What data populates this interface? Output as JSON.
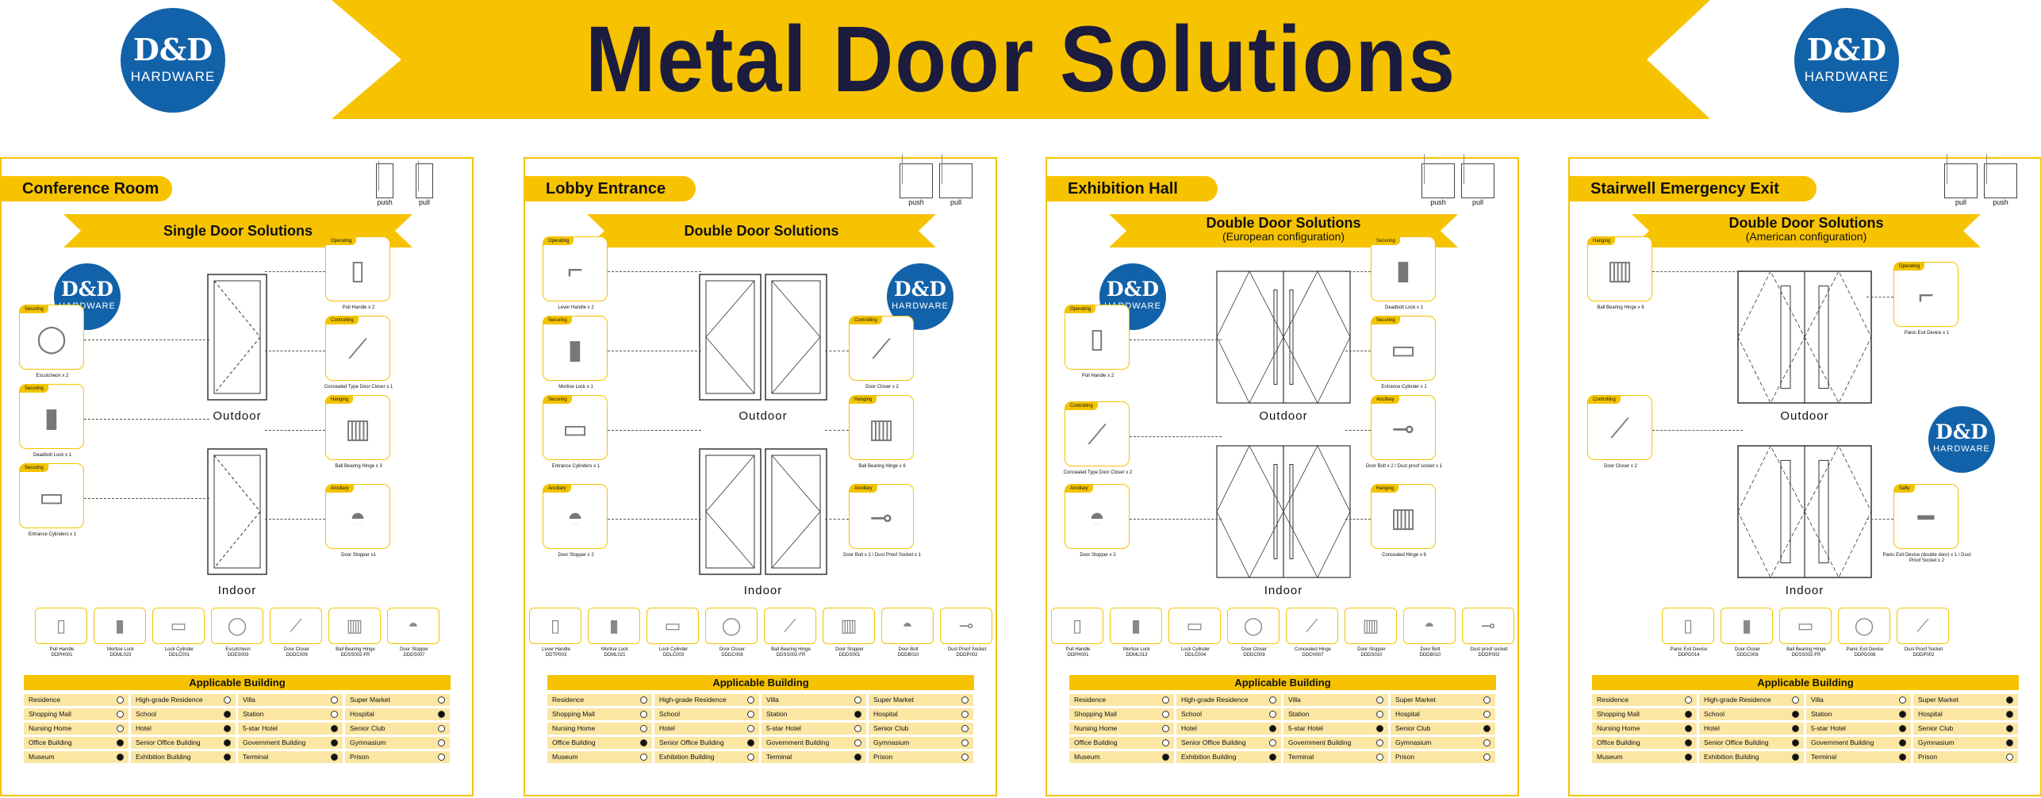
{
  "banner_title": "Metal Door Solutions",
  "logo": {
    "text": "D&D",
    "sub": "HARDWARE"
  },
  "colors": {
    "brand_yellow": "#f7c300",
    "brand_blue": "#1262a9",
    "title_navy": "#1b1c3e",
    "row_fill": "#fbe6a3"
  },
  "panels": [
    {
      "title": "Conference Room",
      "solution": "Single Door Solutions",
      "solution_sub": "",
      "push_label": "push",
      "pull_label": "pull",
      "outdoor": "Outdoor",
      "indoor": "Indoor",
      "components": [
        {
          "tag": "Operating",
          "caption": "Pull Handle x 2",
          "icon": "pull-handle-icon"
        },
        {
          "tag": "Controlling",
          "caption": "Concealed Type Door Closer x 1",
          "icon": "door-closer-icon"
        },
        {
          "tag": "Hanging",
          "caption": "Ball Bearing Hinge x 3",
          "icon": "hinge-icon"
        },
        {
          "tag": "Ancillary",
          "caption": "Door Stopper x1",
          "icon": "door-stopper-icon"
        },
        {
          "tag": "Securing",
          "caption": "Escutcheon x 2",
          "icon": "escutcheon-icon"
        },
        {
          "tag": "Securing",
          "caption": "Deadbolt Lock x 1",
          "icon": "lock-icon"
        },
        {
          "tag": "Securing",
          "caption": "Entrance Cylinders x 1",
          "icon": "cylinder-icon"
        }
      ],
      "strip": [
        {
          "name": "Pull Handle",
          "code": "DDPH001"
        },
        {
          "name": "Mortise Lock",
          "code": "DDML023"
        },
        {
          "name": "Lock Cylinder",
          "code": "DDLC001"
        },
        {
          "name": "Escutcheon",
          "code": "DDES003"
        },
        {
          "name": "Door Closer",
          "code": "DDDC009"
        },
        {
          "name": "Ball Bearing Hinge",
          "code": "DDSS002-FR"
        },
        {
          "name": "Door Stopper",
          "code": "DDDS007"
        }
      ],
      "applicable_title": "Applicable Building",
      "buildings": [
        [
          {
            "n": "Residence",
            "on": false
          },
          {
            "n": "High-grade Residence",
            "on": false
          },
          {
            "n": "Villa",
            "on": false
          },
          {
            "n": "Super Market",
            "on": false
          }
        ],
        [
          {
            "n": "Shopping Mall",
            "on": false
          },
          {
            "n": "School",
            "on": true
          },
          {
            "n": "Station",
            "on": false
          },
          {
            "n": "Hospital",
            "on": true
          }
        ],
        [
          {
            "n": "Nursing Home",
            "on": false
          },
          {
            "n": "Hotel",
            "on": true
          },
          {
            "n": "5-star Hotel",
            "on": true
          },
          {
            "n": "Senior Club",
            "on": false
          }
        ],
        [
          {
            "n": "Office Building",
            "on": true
          },
          {
            "n": "Senior Office Building",
            "on": true
          },
          {
            "n": "Government Building",
            "on": true
          },
          {
            "n": "Gymnasium",
            "on": false
          }
        ],
        [
          {
            "n": "Museum",
            "on": true
          },
          {
            "n": "Exhibition Building",
            "on": true
          },
          {
            "n": "Terminal",
            "on": true
          },
          {
            "n": "Prison",
            "on": false
          }
        ]
      ]
    },
    {
      "title": "Lobby Entrance",
      "solution": "Double Door Solutions",
      "solution_sub": "",
      "push_label": "push",
      "pull_label": "pull",
      "outdoor": "Outdoor",
      "indoor": "Indoor",
      "components": [
        {
          "tag": "Operating",
          "caption": "Lever Handle x 2",
          "icon": "lever-handle-icon"
        },
        {
          "tag": "Securing",
          "caption": "Mortise Lock x 1",
          "icon": "lock-icon"
        },
        {
          "tag": "Securing",
          "caption": "Entrance Cylinders x 1",
          "icon": "cylinder-icon"
        },
        {
          "tag": "Ancillary",
          "caption": "Door Stopper x 2",
          "icon": "door-stopper-icon"
        },
        {
          "tag": "Controlling",
          "caption": "Door Closer x 2",
          "icon": "door-closer-icon"
        },
        {
          "tag": "Hanging",
          "caption": "Ball Bearing Hinge x 6",
          "icon": "hinge-icon"
        },
        {
          "tag": "Ancillary",
          "caption": "Door Bolt x 2 / Dust Proof Socket x 1",
          "icon": "door-bolt-icon"
        }
      ],
      "strip": [
        {
          "name": "Lever Handle",
          "code": "DDTP003"
        },
        {
          "name": "Mortise Lock",
          "code": "DDML021"
        },
        {
          "name": "Lock Cylinder",
          "code": "DDLC003"
        },
        {
          "name": "Door Closer",
          "code": "DDDC008"
        },
        {
          "name": "Ball Bearing Hinge",
          "code": "DDSS002-FR"
        },
        {
          "name": "Door Stopper",
          "code": "DDDS001"
        },
        {
          "name": "Door Bolt",
          "code": "DDDB010"
        },
        {
          "name": "Dust Proof Socket",
          "code": "DDDP002"
        }
      ],
      "applicable_title": "Applicable Building",
      "buildings": [
        [
          {
            "n": "Residence",
            "on": false
          },
          {
            "n": "High-grade Residence",
            "on": false
          },
          {
            "n": "Villa",
            "on": false
          },
          {
            "n": "Super Market",
            "on": false
          }
        ],
        [
          {
            "n": "Shopping Mall",
            "on": false
          },
          {
            "n": "School",
            "on": false
          },
          {
            "n": "Station",
            "on": true
          },
          {
            "n": "Hospital",
            "on": false
          }
        ],
        [
          {
            "n": "Nursing Home",
            "on": false
          },
          {
            "n": "Hotel",
            "on": false
          },
          {
            "n": "5-star Hotel",
            "on": false
          },
          {
            "n": "Senior Club",
            "on": false
          }
        ],
        [
          {
            "n": "Office Building",
            "on": true
          },
          {
            "n": "Senior Office Building",
            "on": true
          },
          {
            "n": "Government Building",
            "on": false
          },
          {
            "n": "Gymnasium",
            "on": false
          }
        ],
        [
          {
            "n": "Museum",
            "on": false
          },
          {
            "n": "Exhibition Building",
            "on": false
          },
          {
            "n": "Terminal",
            "on": true
          },
          {
            "n": "Prison",
            "on": false
          }
        ]
      ]
    },
    {
      "title": "Exhibition Hall",
      "solution": "Double Door Solutions",
      "solution_sub": "(European configuration)",
      "push_label": "push",
      "pull_label": "pull",
      "outdoor": "Outdoor",
      "indoor": "Indoor",
      "components": [
        {
          "tag": "Operating",
          "caption": "Pull Handle x 2",
          "icon": "pull-handle-icon"
        },
        {
          "tag": "Controlling",
          "caption": "Concealed Type Door Closer x 2",
          "icon": "door-closer-icon"
        },
        {
          "tag": "Ancillary",
          "caption": "Door Stopper x 2",
          "icon": "door-stopper-icon"
        },
        {
          "tag": "Securing",
          "caption": "Deadbolt Lock x 1",
          "icon": "lock-icon"
        },
        {
          "tag": "Securing",
          "caption": "Entrance Cylinder x 1",
          "icon": "cylinder-icon"
        },
        {
          "tag": "Ancillary",
          "caption": "Door Bolt x 2 / Dust proof socket x 1",
          "icon": "door-bolt-icon"
        },
        {
          "tag": "Hanging",
          "caption": "Concealed Hinge x 6",
          "icon": "hinge-icon"
        }
      ],
      "strip": [
        {
          "name": "Pull Handle",
          "code": "DDPH001"
        },
        {
          "name": "Mortise Lock",
          "code": "DDML013"
        },
        {
          "name": "Lock Cylinder",
          "code": "DDLC004"
        },
        {
          "name": "Door Closer",
          "code": "DDDC009"
        },
        {
          "name": "Concealed Hinge",
          "code": "DDCH007"
        },
        {
          "name": "Door Stopper",
          "code": "DDDS010"
        },
        {
          "name": "Door Bolt",
          "code": "DDDB010"
        },
        {
          "name": "Dust proof socket",
          "code": "DDDP002"
        }
      ],
      "applicable_title": "Applicable Building",
      "buildings": [
        [
          {
            "n": "Residence",
            "on": false
          },
          {
            "n": "High-grade Residence",
            "on": false
          },
          {
            "n": "Villa",
            "on": false
          },
          {
            "n": "Super Market",
            "on": false
          }
        ],
        [
          {
            "n": "Shopping Mall",
            "on": false
          },
          {
            "n": "School",
            "on": false
          },
          {
            "n": "Station",
            "on": false
          },
          {
            "n": "Hospital",
            "on": false
          }
        ],
        [
          {
            "n": "Nursing Home",
            "on": false
          },
          {
            "n": "Hotel",
            "on": true
          },
          {
            "n": "5-star Hotel",
            "on": true
          },
          {
            "n": "Senior Club",
            "on": true
          }
        ],
        [
          {
            "n": "Office Building",
            "on": false
          },
          {
            "n": "Senior Office Building",
            "on": false
          },
          {
            "n": "Government Building",
            "on": false
          },
          {
            "n": "Gymnasium",
            "on": false
          }
        ],
        [
          {
            "n": "Museum",
            "on": true
          },
          {
            "n": "Exhibition Building",
            "on": true
          },
          {
            "n": "Terminal",
            "on": false
          },
          {
            "n": "Prison",
            "on": false
          }
        ]
      ]
    },
    {
      "title": "Stairwell Emergency Exit",
      "solution": "Double Door Solutions",
      "solution_sub": "(American configuration)",
      "push_label": "pull",
      "pull_label": "push",
      "outdoor": "Outdoor",
      "indoor": "Indoor",
      "components": [
        {
          "tag": "Hanging",
          "caption": "Ball Bearing Hinge x 6",
          "icon": "hinge-icon"
        },
        {
          "tag": "Controlling",
          "caption": "Door Closer x 2",
          "icon": "door-closer-icon"
        },
        {
          "tag": "Operating",
          "caption": "Panic Exit Device x 1",
          "icon": "lever-handle-icon"
        },
        {
          "tag": "Safty",
          "caption": "Panic Exit Device (double door) x 1 / Dust Proof Socket x 2",
          "icon": "panic-bar-icon"
        }
      ],
      "strip": [
        {
          "name": "Panic Exit Device",
          "code": "DDPD014"
        },
        {
          "name": "Door Closer",
          "code": "DDDC006"
        },
        {
          "name": "Ball Bearing Hinge",
          "code": "DDSS002-FR"
        },
        {
          "name": "Panic Exit Device",
          "code": "DDPD006"
        },
        {
          "name": "Dust Proof Socket",
          "code": "DDDP002"
        }
      ],
      "applicable_title": "Applicable Building",
      "buildings": [
        [
          {
            "n": "Residence",
            "on": false
          },
          {
            "n": "High-grade Residence",
            "on": false
          },
          {
            "n": "Villa",
            "on": false
          },
          {
            "n": "Super Market",
            "on": true
          }
        ],
        [
          {
            "n": "Shopping Mall",
            "on": true
          },
          {
            "n": "School",
            "on": true
          },
          {
            "n": "Station",
            "on": true
          },
          {
            "n": "Hospital",
            "on": true
          }
        ],
        [
          {
            "n": "Nursing Home",
            "on": true
          },
          {
            "n": "Hotel",
            "on": true
          },
          {
            "n": "5-star Hotel",
            "on": true
          },
          {
            "n": "Senior Club",
            "on": true
          }
        ],
        [
          {
            "n": "Office Building",
            "on": true
          },
          {
            "n": "Senior Office Building",
            "on": true
          },
          {
            "n": "Government Building",
            "on": true
          },
          {
            "n": "Gymnasium",
            "on": true
          }
        ],
        [
          {
            "n": "Museum",
            "on": true
          },
          {
            "n": "Exhibition Building",
            "on": true
          },
          {
            "n": "Terminal",
            "on": true
          },
          {
            "n": "Prison",
            "on": false
          }
        ]
      ]
    }
  ]
}
